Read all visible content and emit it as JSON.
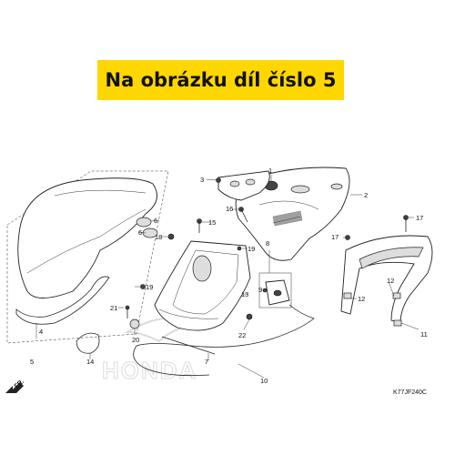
{
  "banner": {
    "text": "Na obrázku díl číslo 5",
    "bg_color": "#ffd700"
  },
  "diagram_code": "K77JF240C",
  "direction_label": "FR.",
  "watermark": "HONDA",
  "callouts": {
    "c1": "1",
    "c2": "2",
    "c3": "3",
    "c4": "4",
    "c5": "5",
    "c6a": "6",
    "c6b": "6",
    "c7": "7",
    "c8": "8",
    "c9": "9",
    "c10": "10",
    "c11": "11",
    "c12a": "12",
    "c12b": "12",
    "c13": "13",
    "c14": "14",
    "c15": "15",
    "c16": "16",
    "c17a": "17",
    "c17b": "17",
    "c18": "18",
    "c19a": "19",
    "c19b": "19",
    "c20": "20",
    "c21": "21",
    "c22": "22"
  }
}
